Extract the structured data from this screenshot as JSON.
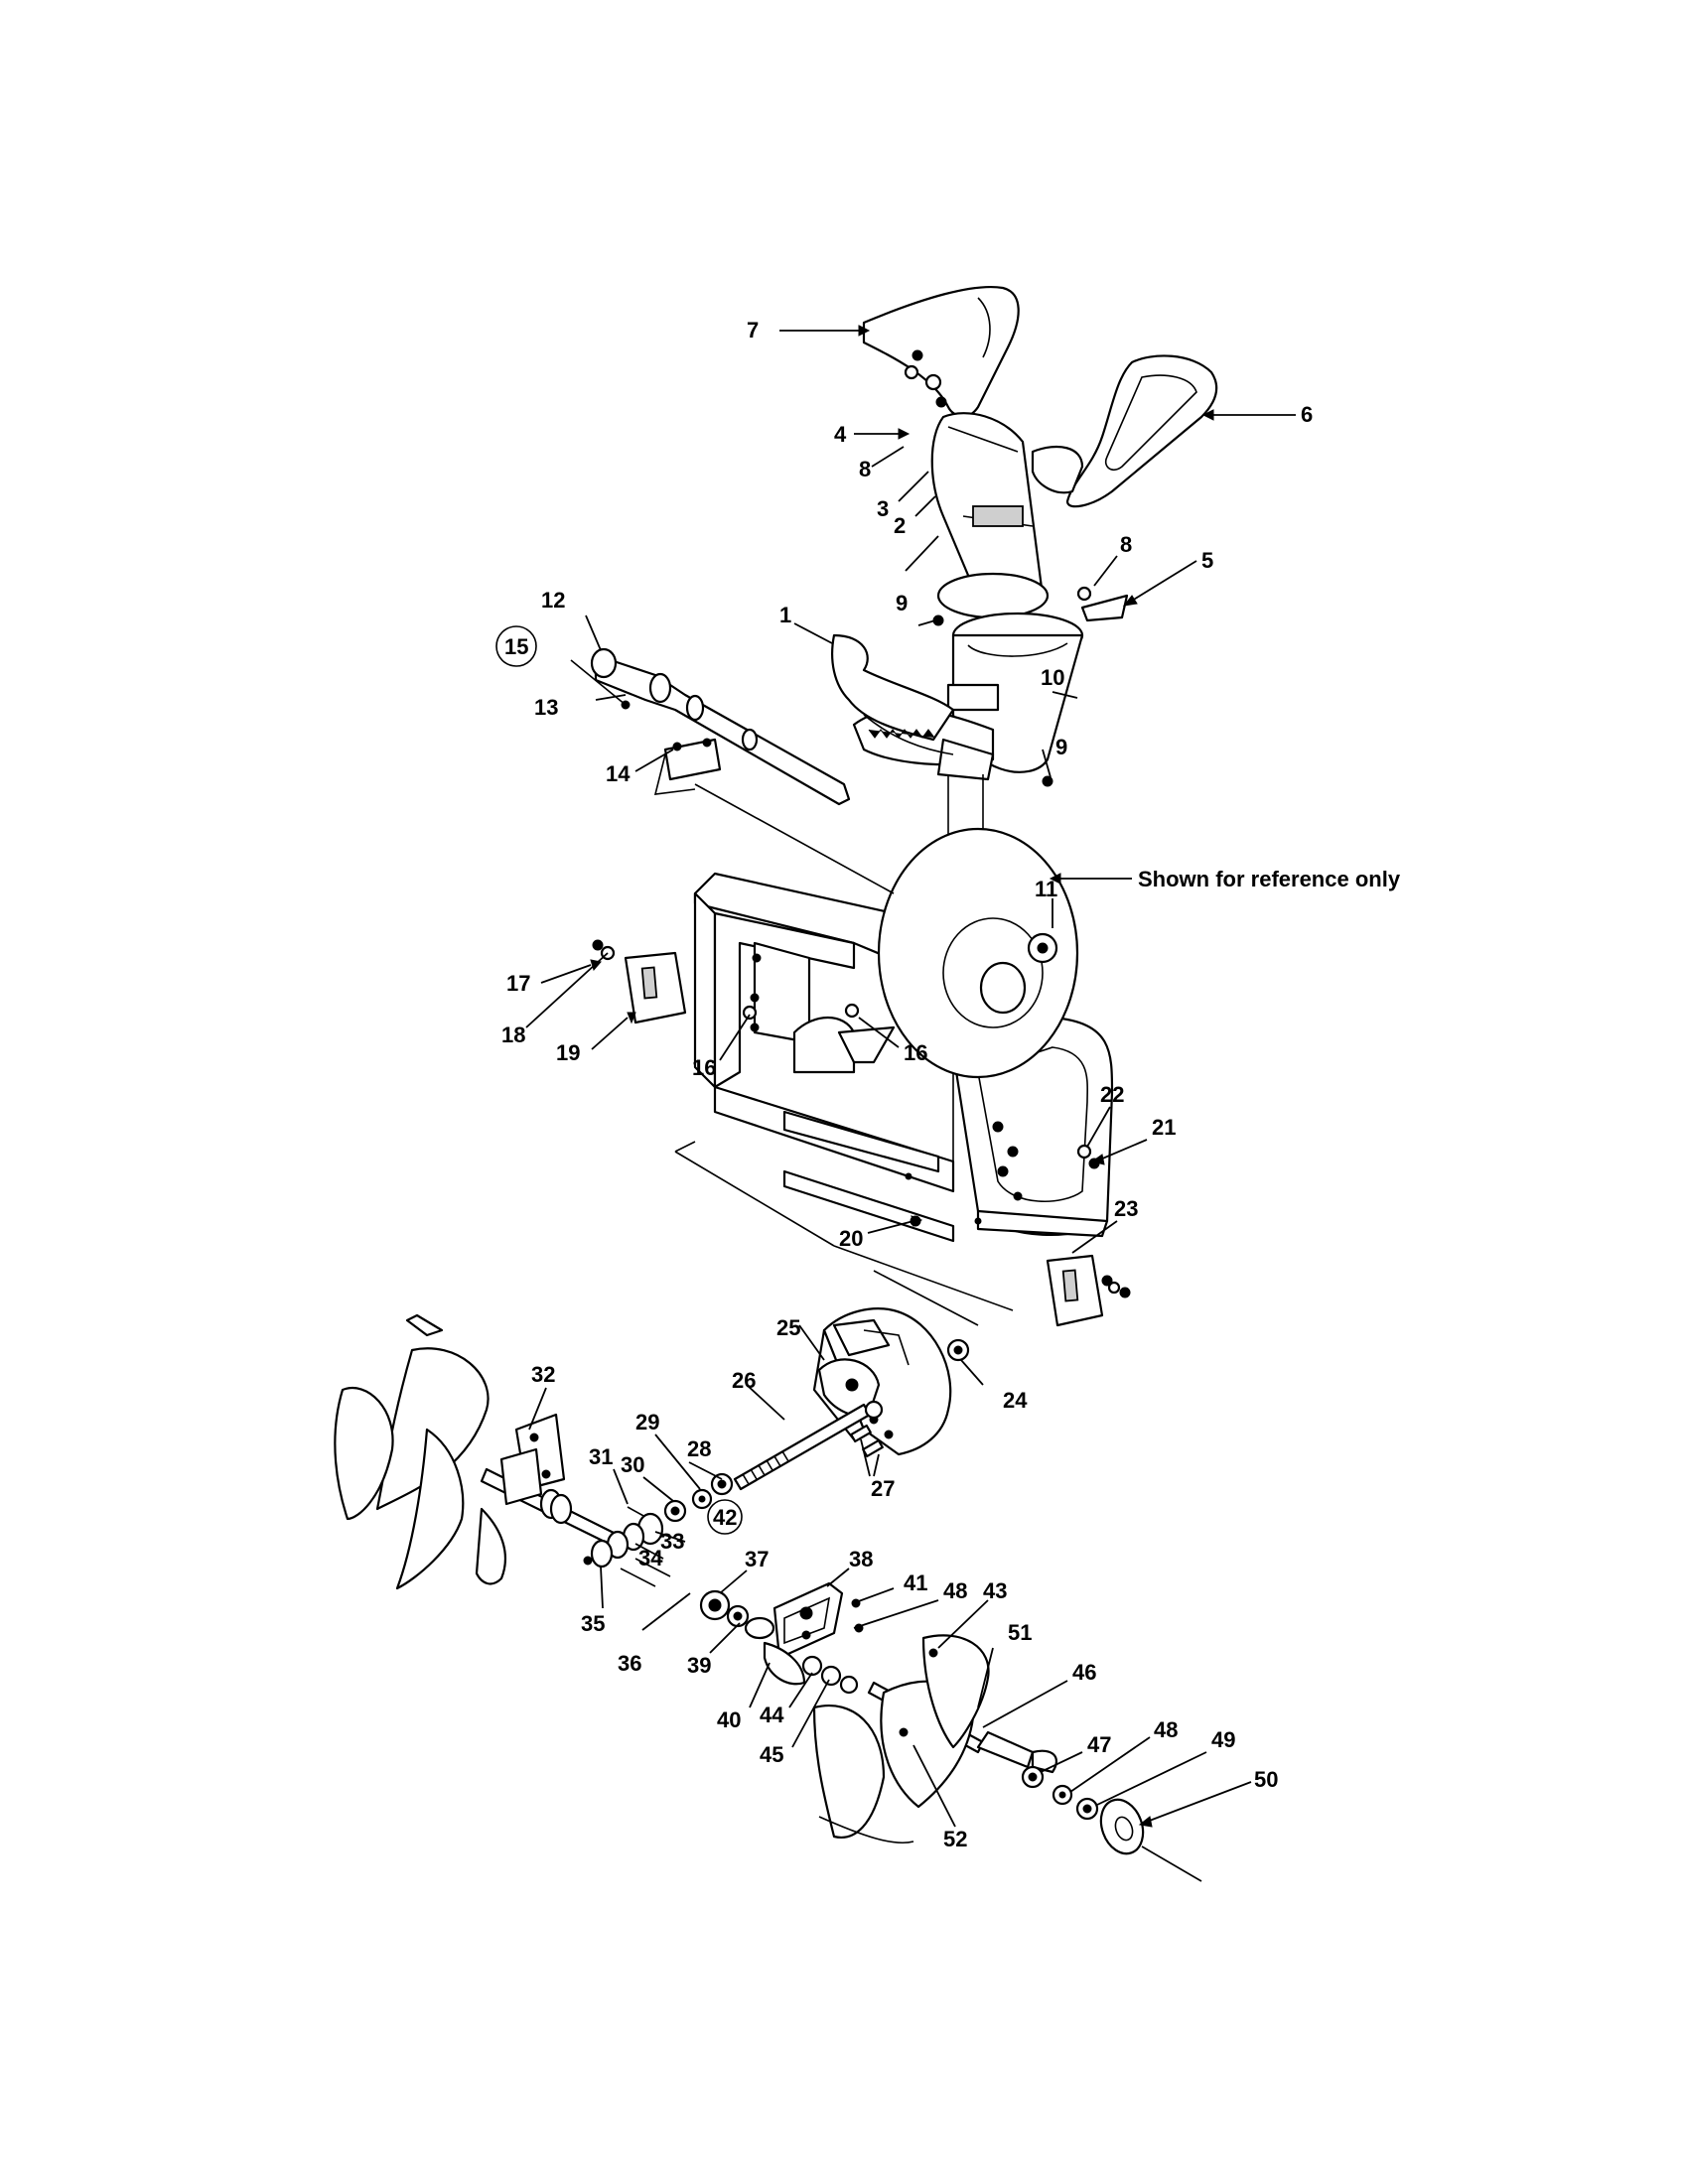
{
  "callouts": {
    "c1": "1",
    "c2": "2",
    "c3": "3",
    "c4": "4",
    "c5": "5",
    "c6": "6",
    "c7": "7",
    "c8a": "8",
    "c8b": "8",
    "c9a": "9",
    "c9b": "9",
    "c10": "10",
    "c11": "11",
    "c12": "12",
    "c13": "13",
    "c14": "14",
    "c15": "15",
    "c16a": "16",
    "c16b": "16",
    "c17": "17",
    "c18": "18",
    "c19": "19",
    "c20": "20",
    "c21": "21",
    "c22": "22",
    "c23": "23",
    "c24": "24",
    "c25": "25",
    "c26": "26",
    "c27": "27",
    "c28": "28",
    "c29": "29",
    "c30": "30",
    "c31": "31",
    "c32": "32",
    "c33": "33",
    "c34": "34",
    "c35": "35",
    "c36": "36",
    "c37": "37",
    "c38": "38",
    "c39": "39",
    "c40": "40",
    "c41": "41",
    "c42": "42",
    "c43": "43",
    "c44": "44",
    "c45": "45",
    "c46": "46",
    "c47": "47",
    "c48a": "48",
    "c48b": "48",
    "c49": "49",
    "c50": "50",
    "c51": "51",
    "c52": "52"
  },
  "reference_note": "Shown for reference only"
}
